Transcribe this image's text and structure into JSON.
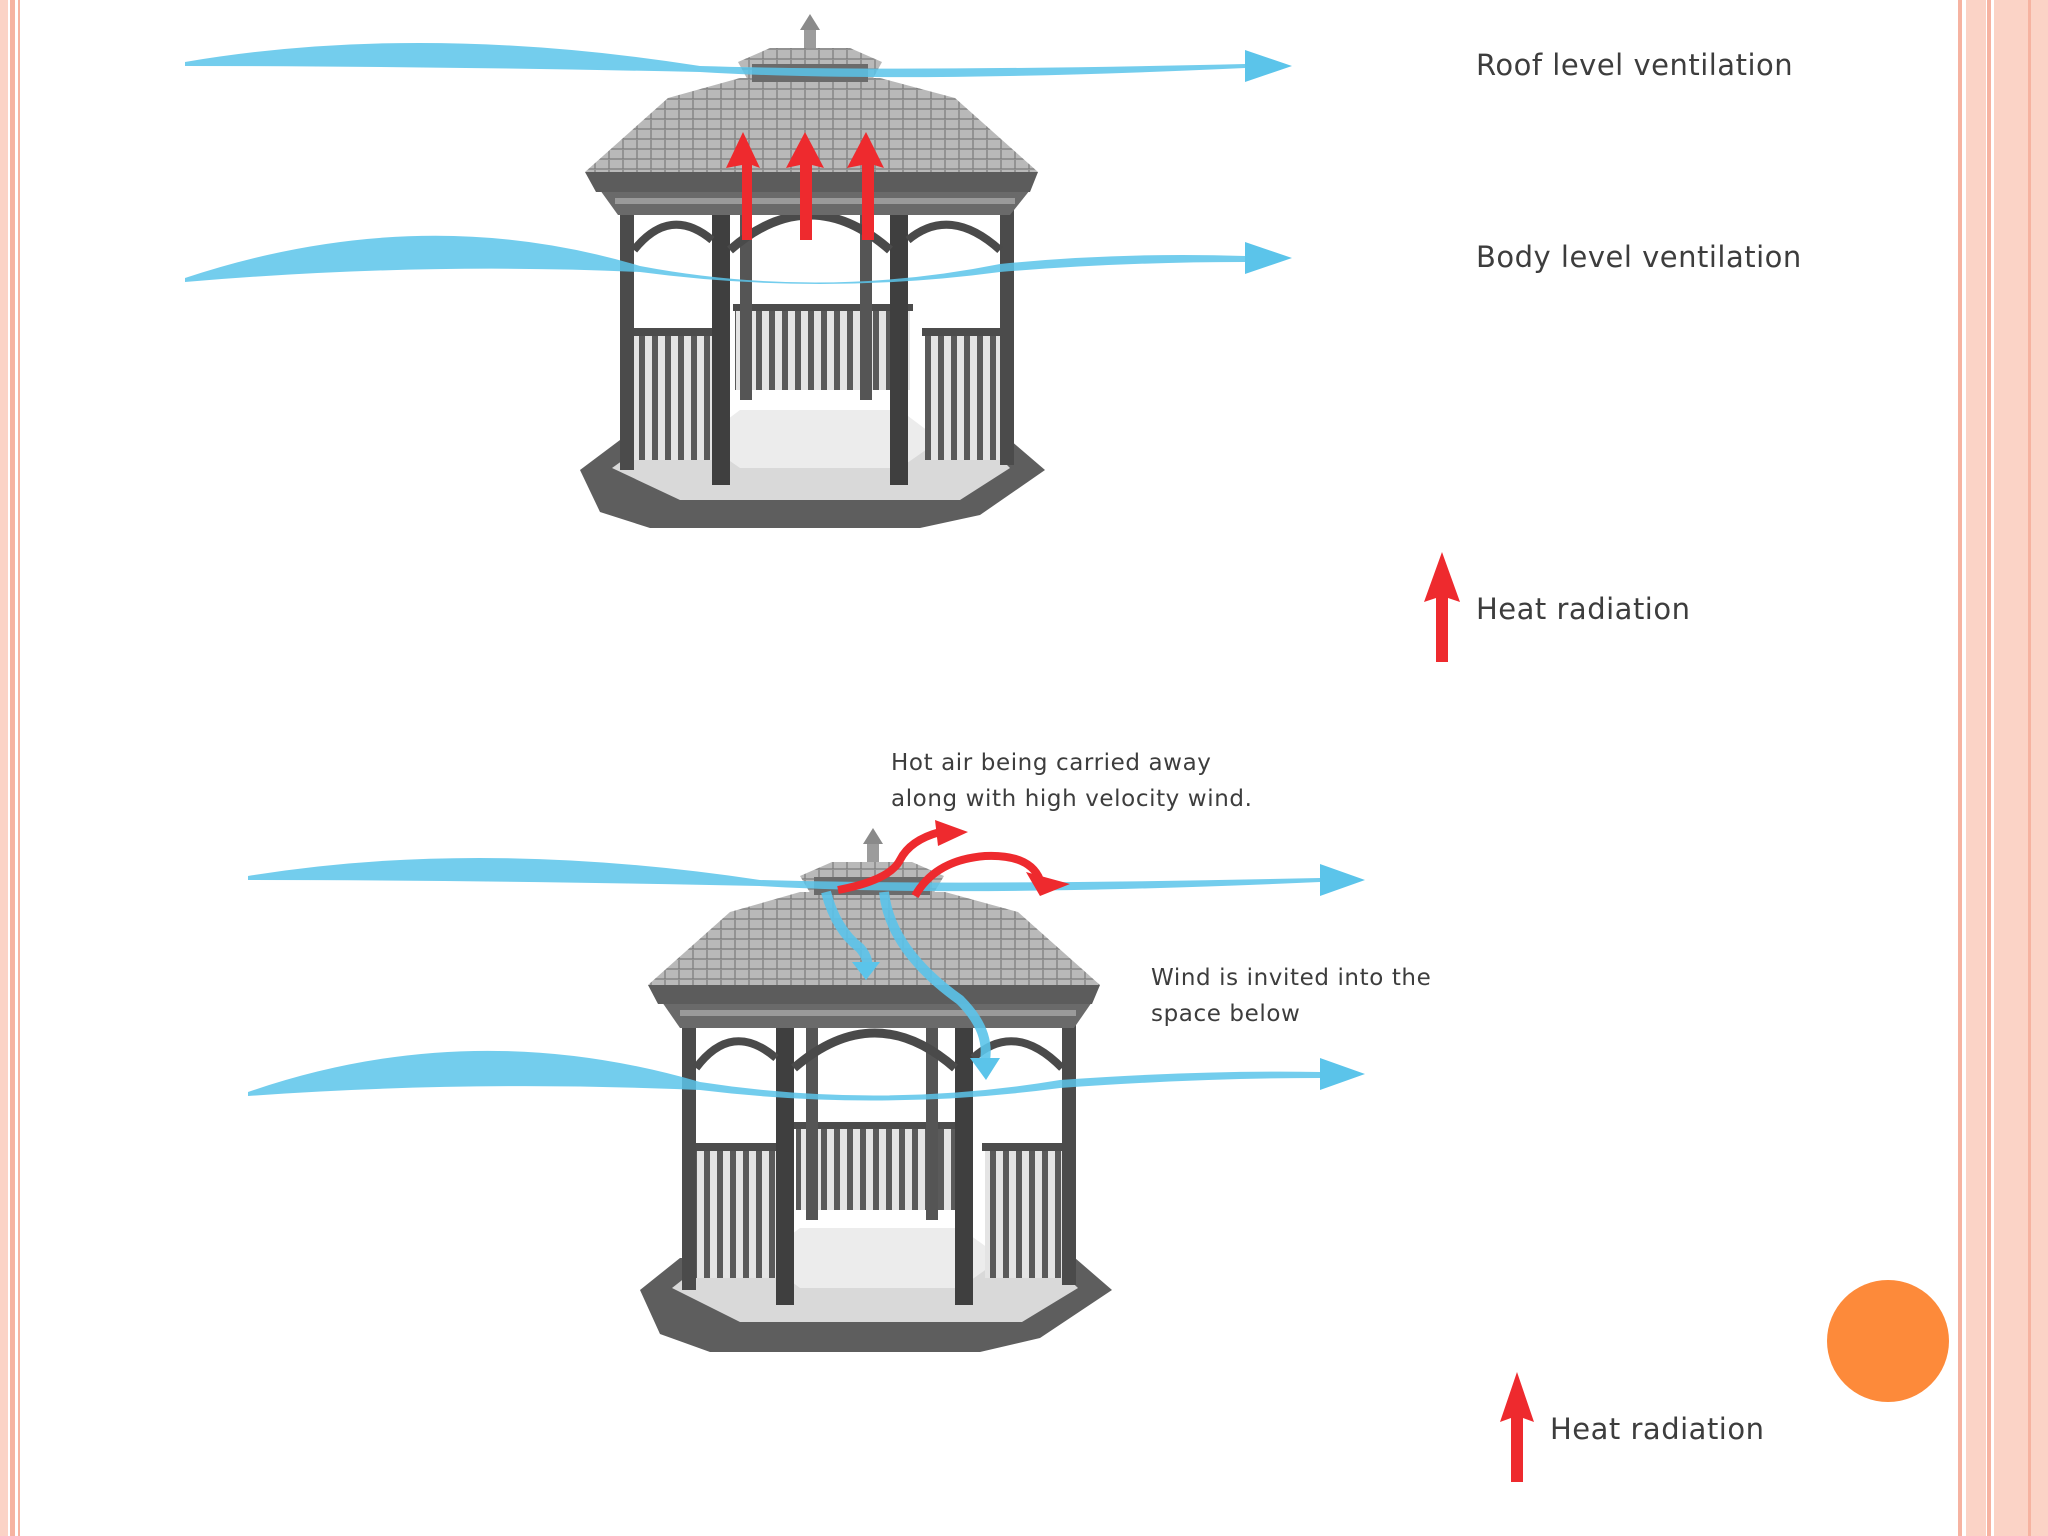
{
  "labels": {
    "roof_ventilation": "Roof level ventilation",
    "body_ventilation": "Body level ventilation",
    "heat_radiation_top": "Heat radiation",
    "heat_radiation_bottom": "Heat radiation",
    "hot_air_line1": "Hot air being carried away",
    "hot_air_line2": "along with high velocity wind.",
    "wind_invited_line1": "Wind is invited into the",
    "wind_invited_line2": "space below"
  },
  "colors": {
    "background": "#ffffff",
    "frame_pink": "#f6b3a1",
    "frame_pink_light": "#fbd3c6",
    "wind_blue": "#5bc4ea",
    "heat_red": "#ee2a2e",
    "accent_orange": "#fd8a3a",
    "gazebo_dark": "#555555",
    "gazebo_roof": "#8e8e8e"
  },
  "icons": {
    "wind_arrow": "wind-arrow-icon",
    "heat_arrow": "heat-arrow-icon"
  }
}
